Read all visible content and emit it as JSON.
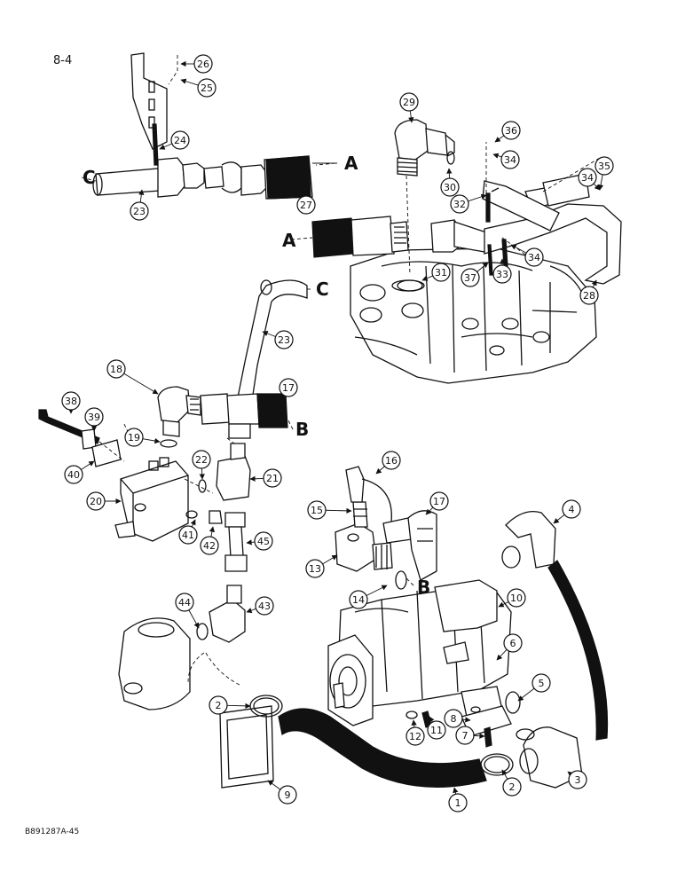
{
  "page": {
    "number": "8-4",
    "figure_code": "B891287A-45"
  },
  "connections": {
    "a": "A",
    "b": "B",
    "c": "C"
  },
  "callouts": [
    "26",
    "25",
    "24",
    "23",
    "27",
    "29",
    "30",
    "36",
    "34",
    "35",
    "34",
    "32",
    "31",
    "37",
    "33",
    "34",
    "28",
    "23",
    "18",
    "17",
    "19",
    "22",
    "21",
    "38",
    "39",
    "40",
    "20",
    "41",
    "42",
    "45",
    "16",
    "15",
    "17",
    "4",
    "13",
    "14",
    "10",
    "44",
    "43",
    "6",
    "5",
    "2",
    "12",
    "11",
    "8",
    "7",
    "9",
    "1",
    "2",
    "3"
  ]
}
